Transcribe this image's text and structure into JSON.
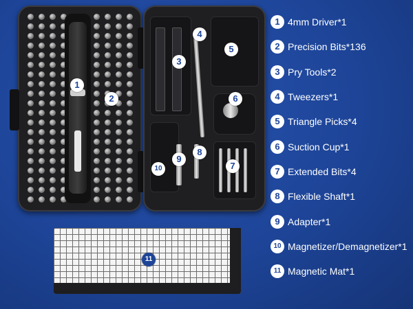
{
  "legend": [
    {
      "num": "1",
      "text": "4mm Driver*1"
    },
    {
      "num": "2",
      "text": "Precision Bits*136"
    },
    {
      "num": "3",
      "text": "Pry Tools*2"
    },
    {
      "num": "4",
      "text": "Tweezers*1"
    },
    {
      "num": "5",
      "text": "Triangle Picks*4"
    },
    {
      "num": "6",
      "text": "Suction Cup*1"
    },
    {
      "num": "7",
      "text": "Extended Bits*4"
    },
    {
      "num": "8",
      "text": "Flexible Shaft*1"
    },
    {
      "num": "9",
      "text": "Adapter*1"
    },
    {
      "num": "10",
      "text": "Magnetizer/Demagnetizer*1"
    },
    {
      "num": "11",
      "text": "Magnetic Mat*1"
    }
  ],
  "markers": {
    "m1": "1",
    "m2": "2",
    "m3": "3",
    "m4": "4",
    "m5": "5",
    "m6": "6",
    "m7": "7",
    "m8": "8",
    "m9": "9",
    "m10": "10",
    "m11": "11"
  },
  "colors": {
    "background": "#1d4497",
    "case": "#1f1f21",
    "marker_fill": "#ffffff",
    "marker_text": "#1d4497"
  }
}
